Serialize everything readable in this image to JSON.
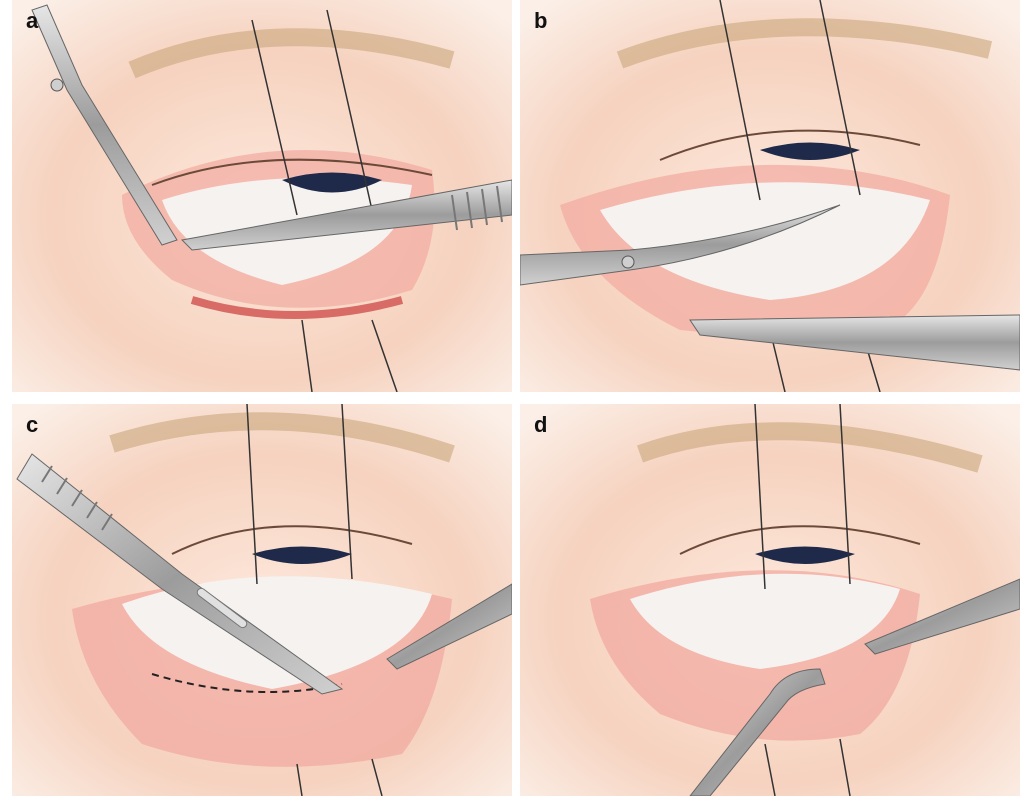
{
  "figure": {
    "panels": [
      {
        "label": "a",
        "icon": "surgical-scissors-and-forceps-icon"
      },
      {
        "label": "b",
        "icon": "curved-scissors-and-forceps-icon"
      },
      {
        "label": "c",
        "icon": "scalpel-incision-icon"
      },
      {
        "label": "d",
        "icon": "elevator-dissection-icon"
      }
    ],
    "colors": {
      "skin": "#f6dccd",
      "tissue": "#f2a9a0",
      "sclera": "#f4f2f2",
      "iris": "#1f2a4a",
      "brow": "#c9a77c",
      "instrument": "#9a9a9a",
      "suture": "#333333"
    }
  }
}
